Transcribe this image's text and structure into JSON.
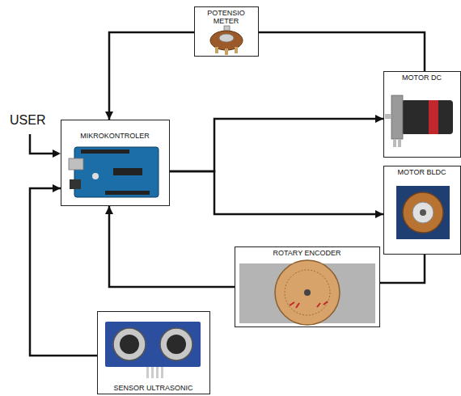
{
  "diagram": {
    "nodes": [
      {
        "text": [
          "POTENSIO METER"
        ]
      },
      {
        "text": [
          "MIKROKONTROLER"
        ]
      },
      {
        "text": [
          "MOTOR DC"
        ]
      },
      {
        "text": [
          "MOTOR BLDC"
        ]
      },
      {
        "text": [
          "ROTARY ENCODER"
        ]
      },
      {
        "text": [
          "SENSOR ULTRASONIC"
        ]
      }
    ],
    "edges": [
      {
        "from": 0,
        "to": 1,
        "arrow": "to"
      },
      {
        "from": 0,
        "to": 2,
        "arrow": "none"
      },
      {
        "from": 1,
        "to": 2,
        "arrow": "to"
      },
      {
        "from": 1,
        "to": 3,
        "arrow": "to"
      },
      {
        "from": 3,
        "to": 4,
        "arrow": "none"
      },
      {
        "from": 4,
        "to": 1,
        "arrow": "to"
      },
      {
        "from": 5,
        "to": 1,
        "arrow": "to"
      }
    ],
    "labels": [
      "USER"
    ]
  }
}
